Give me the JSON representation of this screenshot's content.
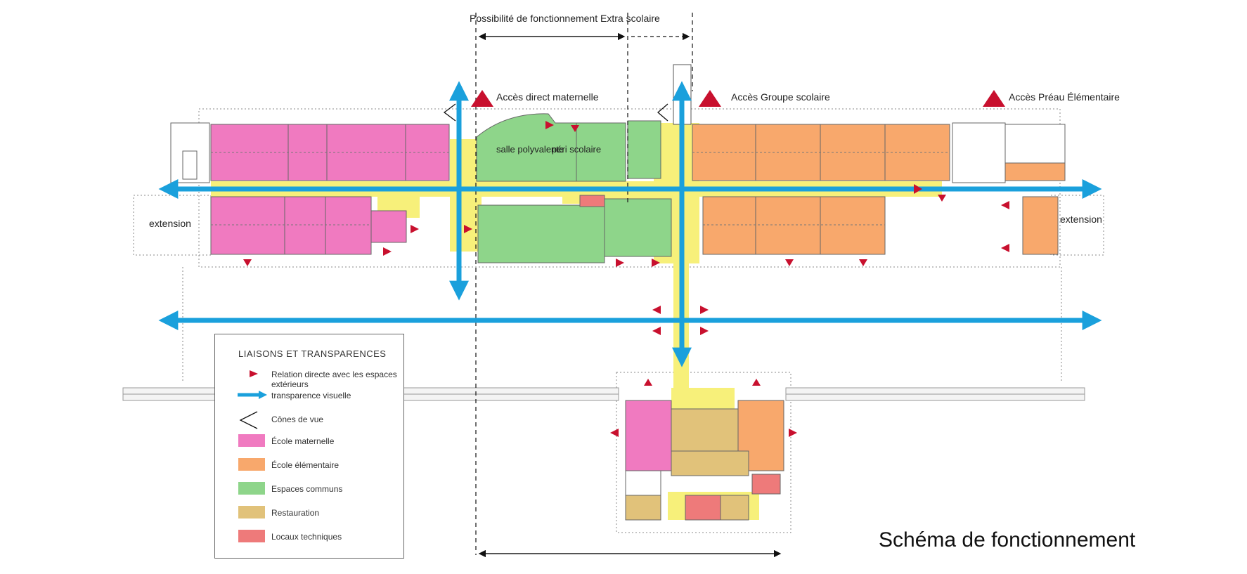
{
  "title": "Schéma de fonctionnement",
  "top_label": "Possibilité de fonctionnement Extra scolaire",
  "access_labels": {
    "maternelle": "Accès direct maternelle",
    "groupe": "Accès Groupe scolaire",
    "preau": "Accès Préau Élémentaire"
  },
  "room_labels": {
    "salle": "salle polyvalente",
    "peri": "péri scolaire"
  },
  "extension_label": "extension",
  "legend": {
    "heading": "LIAISONS ET TRANSPARENCES",
    "relation": "Relation directe avec les espaces extérieurs",
    "transparence": "transparence visuelle",
    "cones": "Cônes de vue",
    "items": [
      {
        "label": "École maternelle",
        "color": "#f07ac0"
      },
      {
        "label": "École élémentaire",
        "color": "#f8a86c"
      },
      {
        "label": "Espaces communs",
        "color": "#8ed58a"
      },
      {
        "label": "Restauration",
        "color": "#e1c27a"
      },
      {
        "label": "Locaux techniques",
        "color": "#ee7a7a"
      }
    ]
  },
  "colors": {
    "maternelle": "#f07ac0",
    "elementaire": "#f8a86c",
    "communs": "#8ed58a",
    "restauration": "#e1c27a",
    "technique": "#ee7a7a",
    "circulation": "#f7f07a",
    "arrow_blue": "#1aa0dc",
    "marker_red": "#c8102e"
  }
}
